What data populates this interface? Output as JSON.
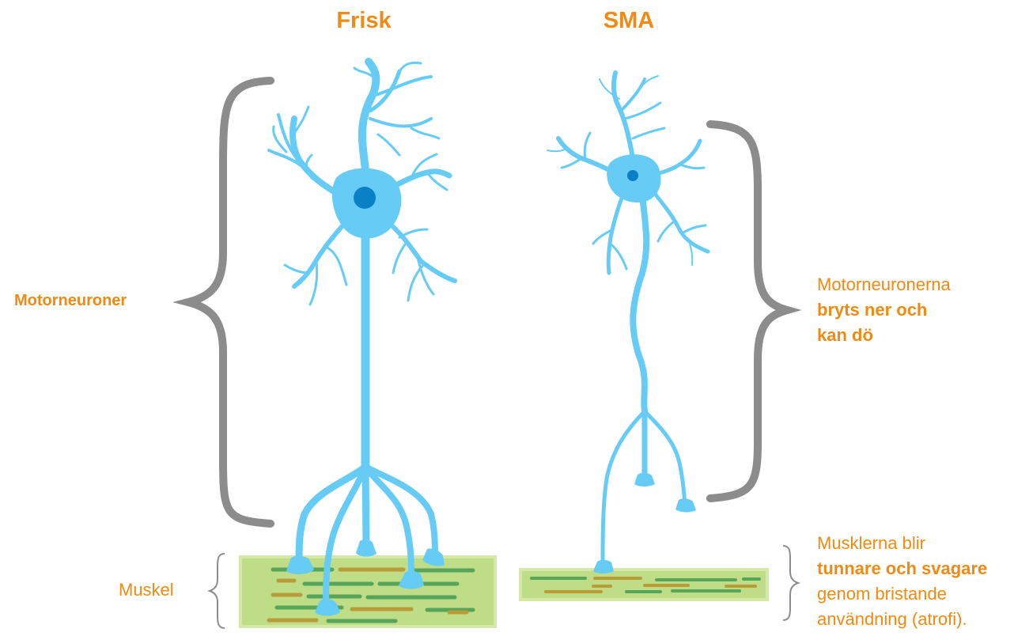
{
  "labels": {
    "healthy": "Frisk",
    "sma": "SMA",
    "motor_neurons": "Motorneuroner",
    "muscle": "Muskel"
  },
  "sma_neuron_note": {
    "line1": "Motorneuronerna",
    "line2": "bryts ner och",
    "line3": "kan dö"
  },
  "sma_muscle_note": {
    "line1": "Musklerna blir",
    "line2": "tunnare och svagare",
    "line3": "genom bristande",
    "line4": "användning (atrofi)."
  },
  "colors": {
    "accent": "#ef8a12",
    "neuron": "#66ccf5",
    "nucleus": "#0a80c6",
    "bracket": "#8c8c8c",
    "muscle": "#bfdc86",
    "muscle_edge": "#d6e8a8",
    "fiber_green": "#57a55a",
    "fiber_brown": "#b89c3a"
  }
}
